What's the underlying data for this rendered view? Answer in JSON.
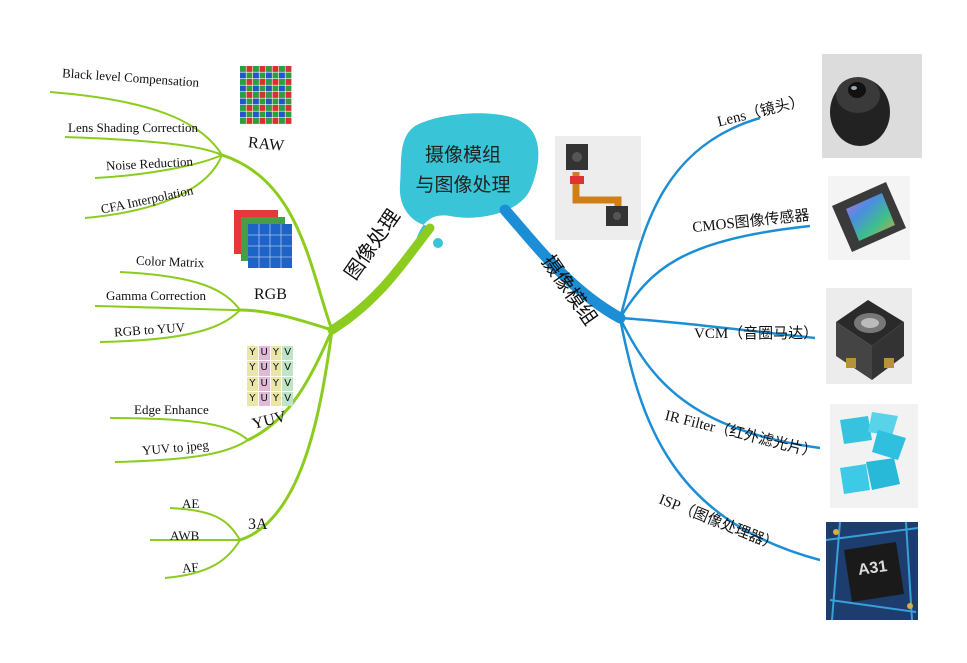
{
  "center": {
    "line1": "摄像模组",
    "line2": "与图像处理"
  },
  "left_branch": {
    "label": "图像处理",
    "groups": [
      {
        "name": "RAW",
        "items": [
          "Black level Compensation",
          "Lens Shading Correction",
          "Noise Reduction",
          "CFA Interpolation"
        ]
      },
      {
        "name": "RGB",
        "items": [
          "Color Matrix",
          "Gamma Correction",
          "RGB to YUV"
        ]
      },
      {
        "name": "YUV",
        "items": [
          "Edge Enhance",
          "YUV to jpeg"
        ]
      },
      {
        "name": "3A",
        "items": [
          "AE",
          "AWB",
          "AF"
        ]
      }
    ],
    "yuv_grid": [
      "Y",
      "U",
      "Y",
      "V",
      "Y",
      "U",
      "Y",
      "V",
      "Y",
      "U",
      "Y",
      "V",
      "Y",
      "U",
      "Y",
      "V"
    ]
  },
  "right_branch": {
    "label": "摄像模组",
    "items": [
      "Lens（镜头）",
      "CMOS图像传感器",
      "VCM（音圈马达）",
      "IR Filter（红外滤光片）",
      "ISP（图像处理器）"
    ],
    "chip_text": "A31"
  },
  "colors": {
    "left": "#8ccc1e",
    "right": "#1c8ed6",
    "bubble": "#39c4d8"
  }
}
